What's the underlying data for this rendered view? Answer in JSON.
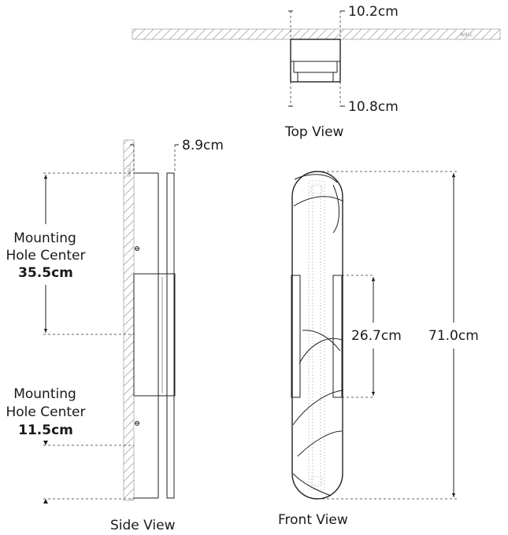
{
  "wall_label": "WALL",
  "top_view": {
    "title": "Top View",
    "depth_label": "10.2cm",
    "width_label": "10.8cm"
  },
  "side_view": {
    "title": "Side View",
    "projection_label": "8.9cm",
    "upper_hole_caption_1": "Mounting",
    "upper_hole_caption_2": "Hole Center",
    "upper_hole_value": "35.5cm",
    "lower_hole_caption_1": "Mounting",
    "lower_hole_caption_2": "Hole Center",
    "lower_hole_value": "11.5cm"
  },
  "front_view": {
    "title": "Front View",
    "backplate_label": "26.7cm",
    "overall_height_label": "71.0cm"
  }
}
